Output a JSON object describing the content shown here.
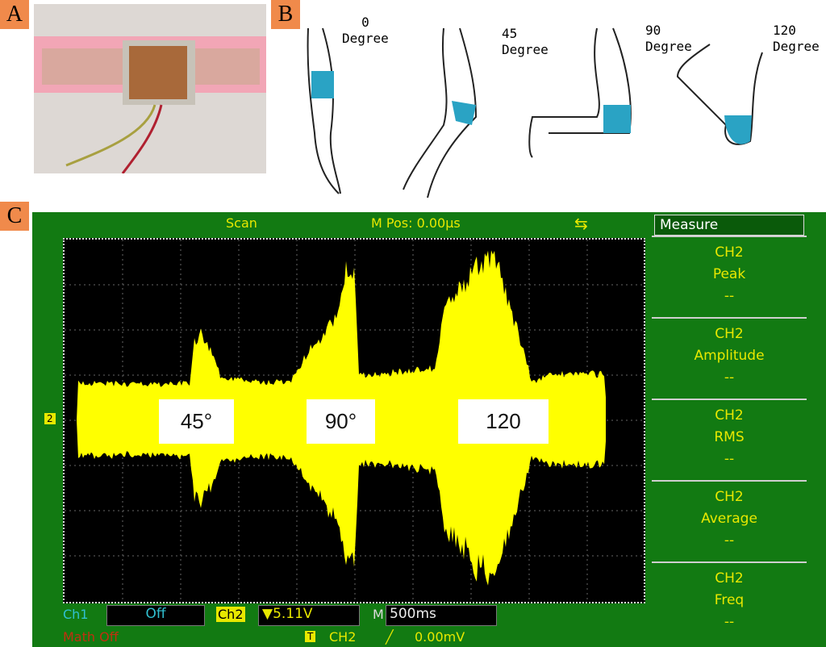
{
  "panels": {
    "a": "A",
    "b": "B",
    "c": "C"
  },
  "legs": [
    {
      "angle": "0",
      "unit": "Degree"
    },
    {
      "angle": "45",
      "unit": "Degree"
    },
    {
      "angle": "90",
      "unit": "Degree"
    },
    {
      "angle": "120",
      "unit": "Degree"
    }
  ],
  "scope": {
    "status": "Scan",
    "mpos": "M Pos: 0.00µs",
    "usb_icon": "usb-icon",
    "menu": {
      "title": "Measure",
      "items": [
        {
          "ch": "CH2",
          "name": "Peak",
          "value": "--"
        },
        {
          "ch": "CH2",
          "name": "Amplitude",
          "value": "--"
        },
        {
          "ch": "CH2",
          "name": "RMS",
          "value": "--"
        },
        {
          "ch": "CH2",
          "name": "Average",
          "value": "--"
        },
        {
          "ch": "CH2",
          "name": "Freq",
          "value": "--"
        }
      ]
    },
    "ch1_label": "Ch1",
    "ch1_value": "Off",
    "ch2_label": "Ch2",
    "ch2_value": "▼5.11V",
    "m_label": "M",
    "timebase": "500ms",
    "math": "Math Off",
    "trigger": {
      "t": "T",
      "source": "CH2",
      "slope": "╱",
      "level": "0.00mV"
    },
    "marker": "2",
    "wave_labels": [
      "45°",
      "90°",
      "120"
    ],
    "colors": {
      "bg": "#127a12",
      "trace": "#ffff00"
    }
  }
}
